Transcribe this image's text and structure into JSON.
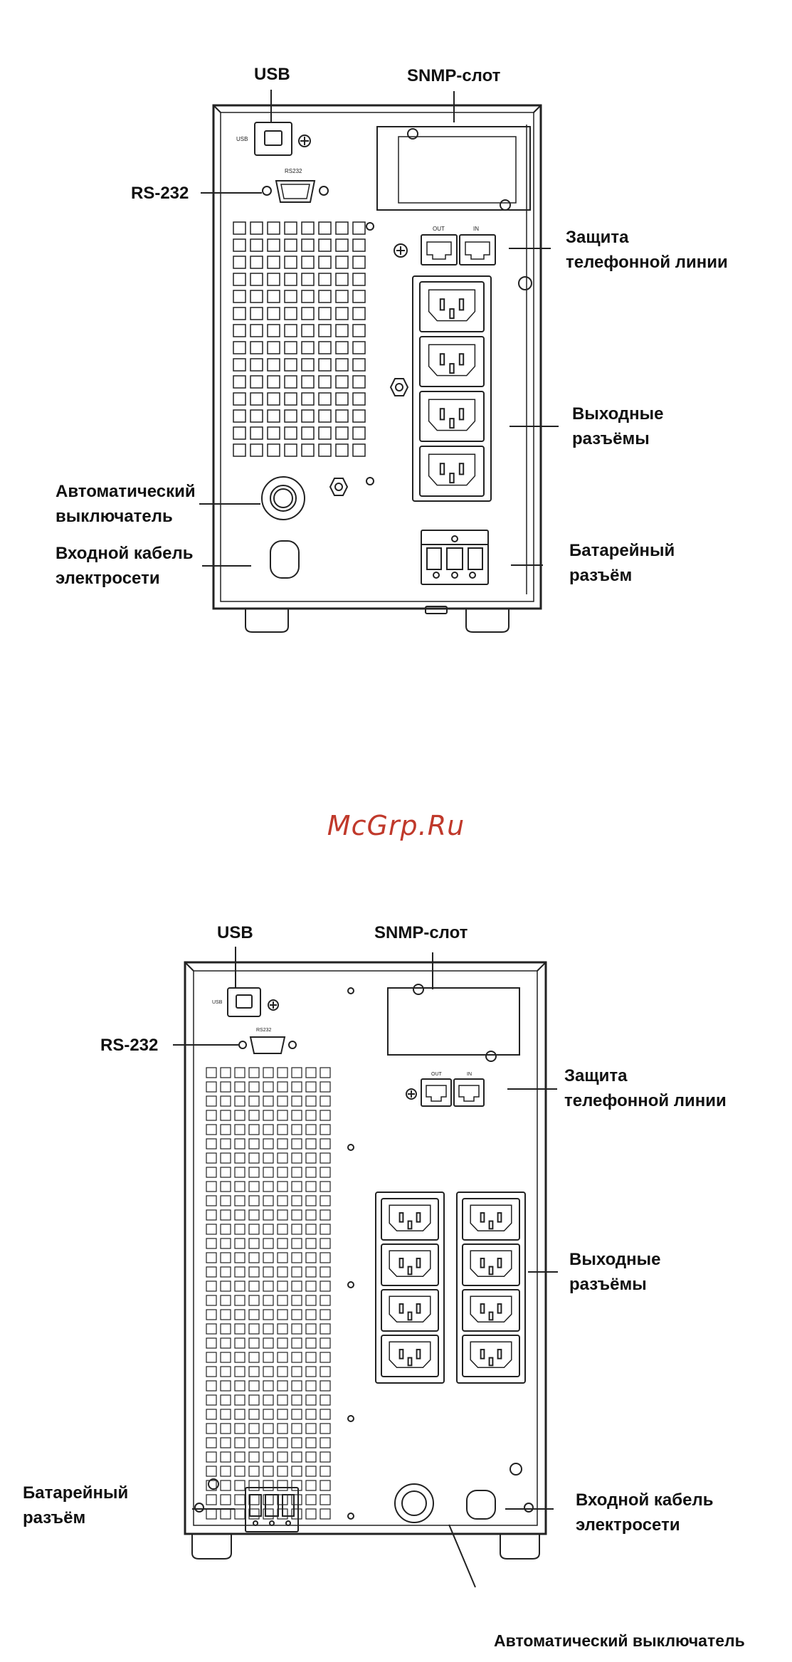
{
  "watermark": "McGrp.Ru",
  "diagram1": {
    "labels": {
      "usb": "USB",
      "snmp": "SNMP-слот",
      "rs232": "RS-232",
      "phone_line": [
        "Защита",
        "телефонной линии"
      ],
      "outputs": [
        "Выходные",
        "разъёмы"
      ],
      "breaker": [
        "Автоматический",
        "выключатель"
      ],
      "input_cable": [
        "Входной кабель",
        "электросети"
      ],
      "battery": [
        "Батарейный",
        "разъём"
      ]
    },
    "panel_text": {
      "usb": "USB",
      "rs232": "RS232",
      "out": "OUT",
      "in": "IN"
    },
    "output_socket_count": 4
  },
  "diagram2": {
    "labels": {
      "usb": "USB",
      "snmp": "SNMP-слот",
      "rs232": "RS-232",
      "phone_line": [
        "Защита",
        "телефонной линии"
      ],
      "outputs": [
        "Выходные",
        "разъёмы"
      ],
      "battery": [
        "Батарейный",
        "разъём"
      ],
      "input_cable": [
        "Входной кабель",
        "электросети"
      ],
      "breaker": "Автоматический выключатель"
    },
    "panel_text": {
      "usb": "USB",
      "rs232": "RS232",
      "out": "OUT",
      "in": "IN"
    },
    "output_socket_count": 8
  }
}
